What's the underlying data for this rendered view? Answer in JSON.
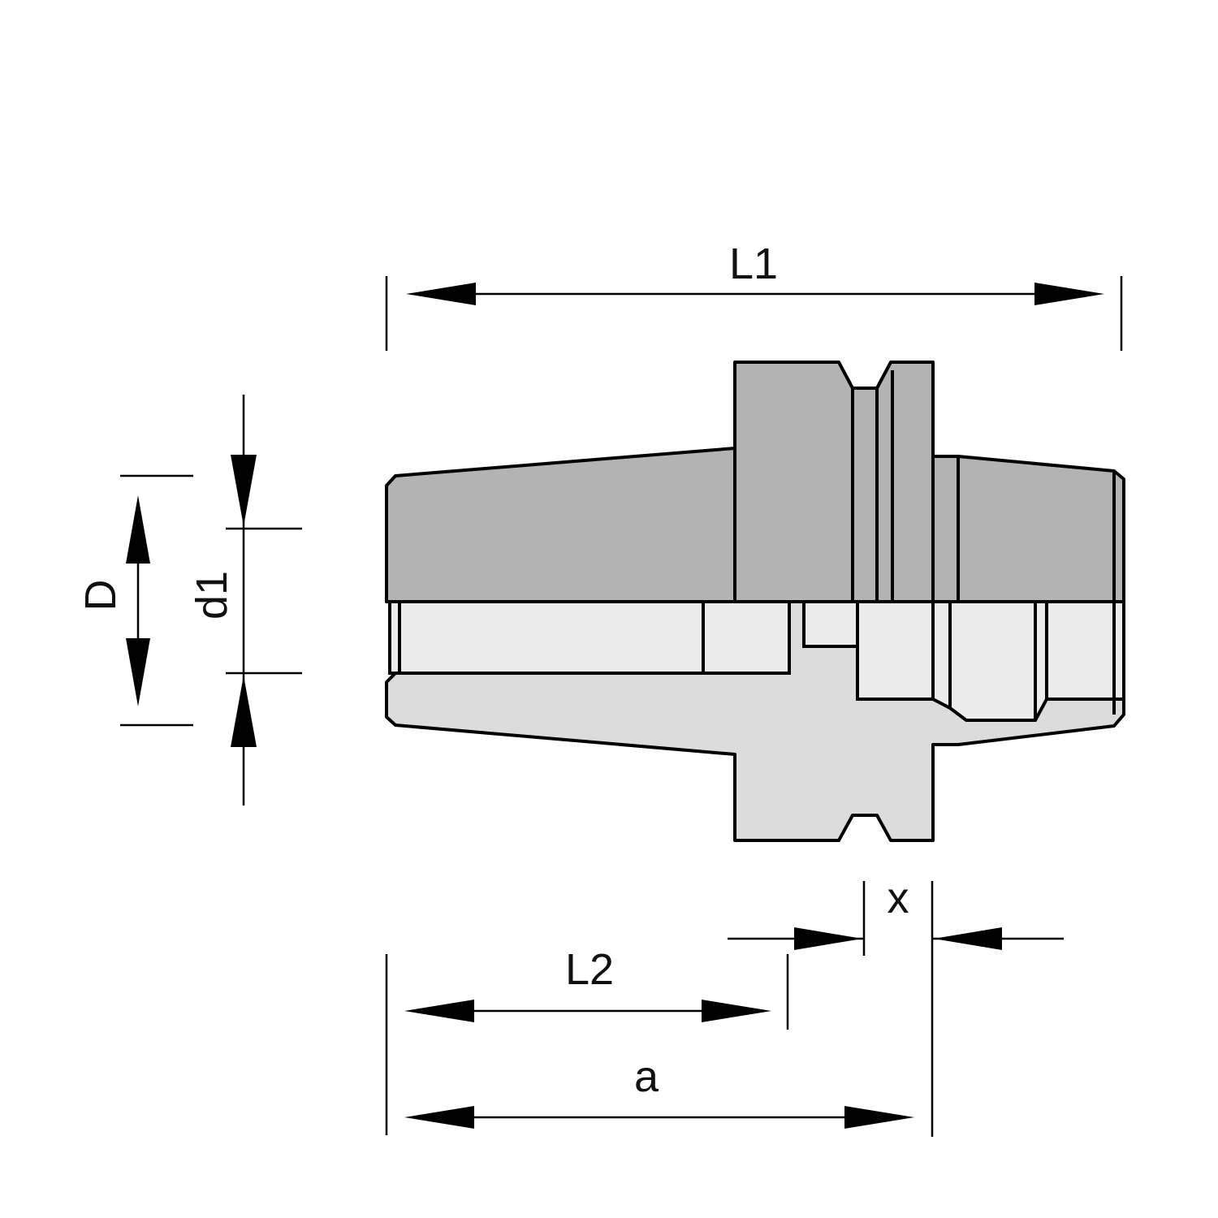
{
  "diagram": {
    "dimensions": {
      "L1": "L1",
      "L2": "L2",
      "a": "a",
      "x": "x",
      "D": "D",
      "d1": "d1"
    },
    "colors": {
      "body_upper": "#b3b3b3",
      "body_lower": "#dcdcdc",
      "bore": "#ececec",
      "line": "#000000"
    }
  }
}
